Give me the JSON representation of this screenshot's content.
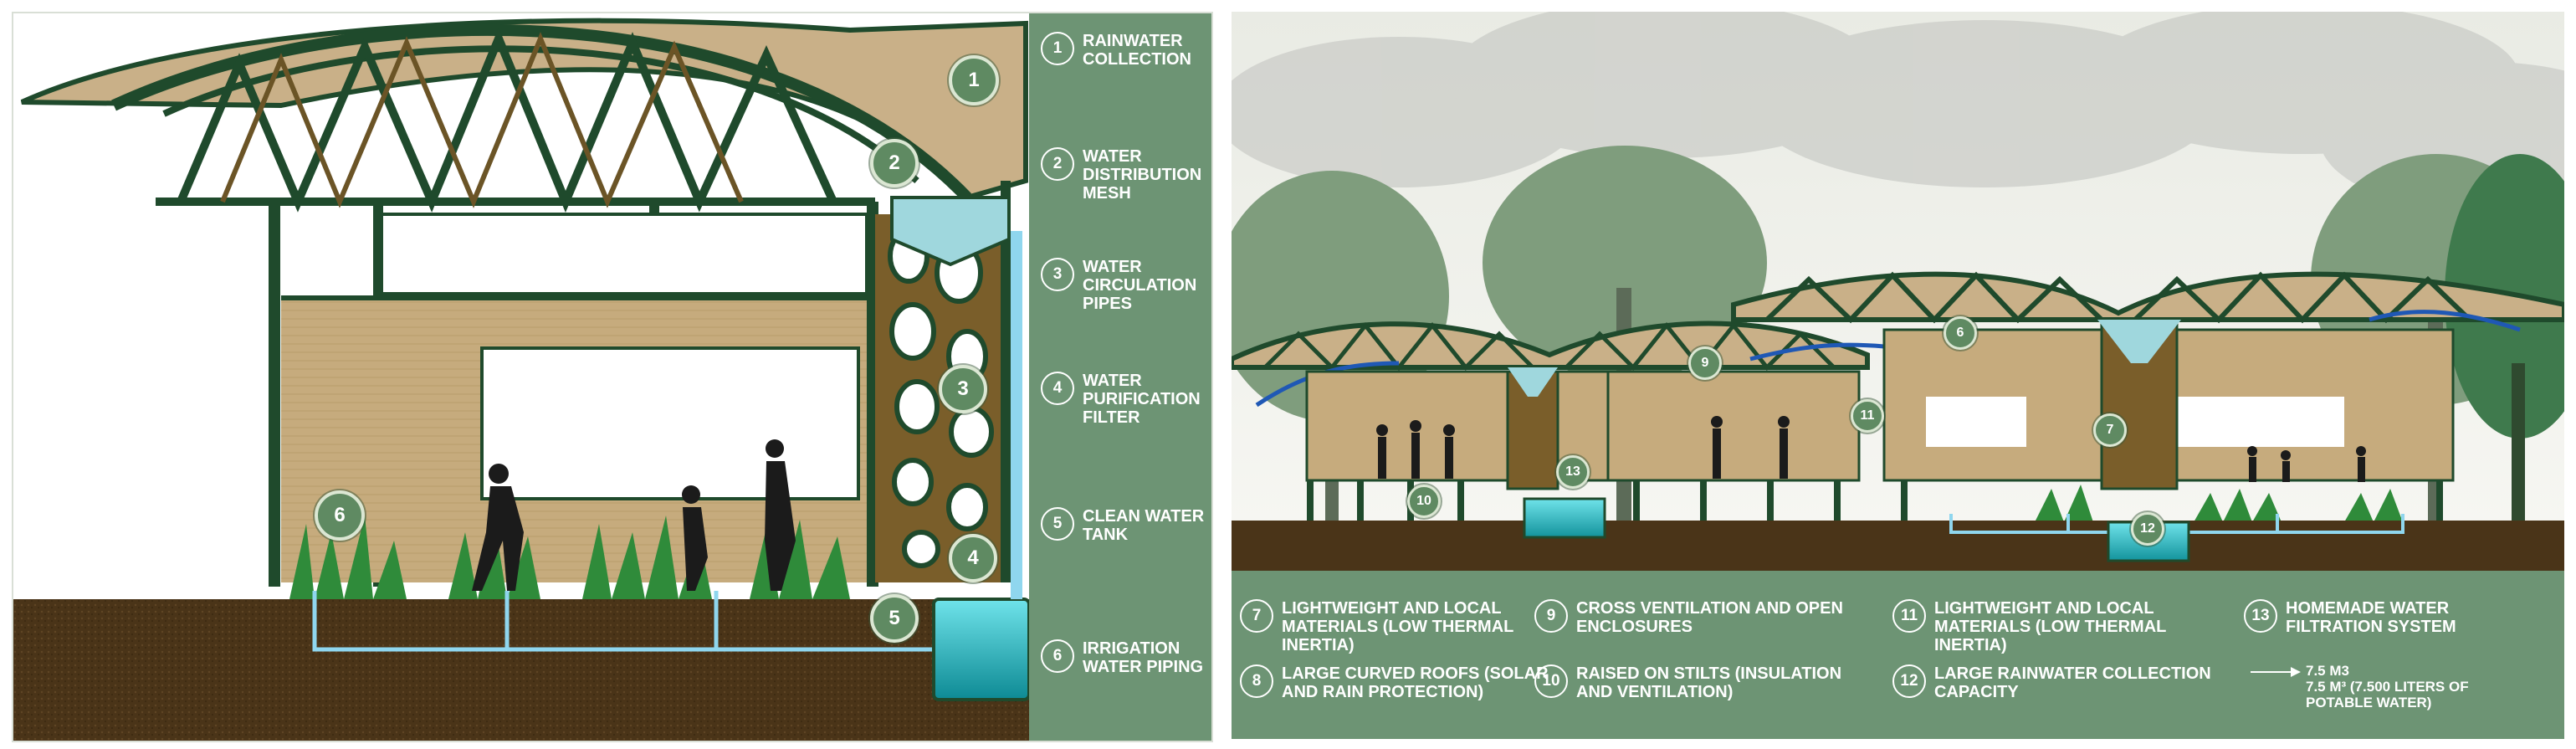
{
  "left_legend": [
    {
      "num": "1",
      "label": "RAINWATER COLLECTION"
    },
    {
      "num": "2",
      "label": "WATER DISTRIBUTION MESH"
    },
    {
      "num": "3",
      "label": "WATER CIRCULATION PIPES"
    },
    {
      "num": "4",
      "label": "WATER PURIFICATION FILTER"
    },
    {
      "num": "5",
      "label": "CLEAN WATER TANK"
    },
    {
      "num": "6",
      "label": "IRRIGATION WATER PIPING"
    }
  ],
  "left_markers": [
    "1",
    "2",
    "3",
    "4",
    "5",
    "6"
  ],
  "right_markers": [
    "6",
    "7",
    "9",
    "10",
    "11",
    "12",
    "13"
  ],
  "bottom_legend": [
    {
      "num": "7",
      "label": "LIGHTWEIGHT AND LOCAL MATERIALS (LOW THERMAL INERTIA)"
    },
    {
      "num": "8",
      "label": "LARGE CURVED ROOFS (SOLAR AND RAIN PROTECTION)"
    },
    {
      "num": "9",
      "label": "CROSS VENTILATION AND OPEN ENCLOSURES"
    },
    {
      "num": "10",
      "label": "RAISED ON STILTS (INSULATION AND VENTILATION)"
    },
    {
      "num": "11",
      "label": "LIGHTWEIGHT AND LOCAL MATERIALS (LOW THERMAL INERTIA)"
    },
    {
      "num": "12",
      "label": "LARGE RAINWATER COLLECTION CAPACITY"
    },
    {
      "num": "13",
      "label": "HOMEMADE WATER FILTRATION SYSTEM"
    }
  ],
  "capacity_note": {
    "line1": "7.5 M3",
    "line2": "7.5 M³ (7.500 LITERS OF POTABLE WATER)"
  },
  "colors": {
    "legend_bg": "#6d9474",
    "marker_fill": "#5f8a62",
    "roof_beige": "#c9b088",
    "frame_green": "#1f4a2c",
    "soil": "#4a3418",
    "water": "#3fc4cf",
    "pipe": "#8fd6ee"
  },
  "icons": [
    "tree-icon",
    "person-silhouette-icon",
    "water-tank-icon",
    "pipe-icon"
  ]
}
